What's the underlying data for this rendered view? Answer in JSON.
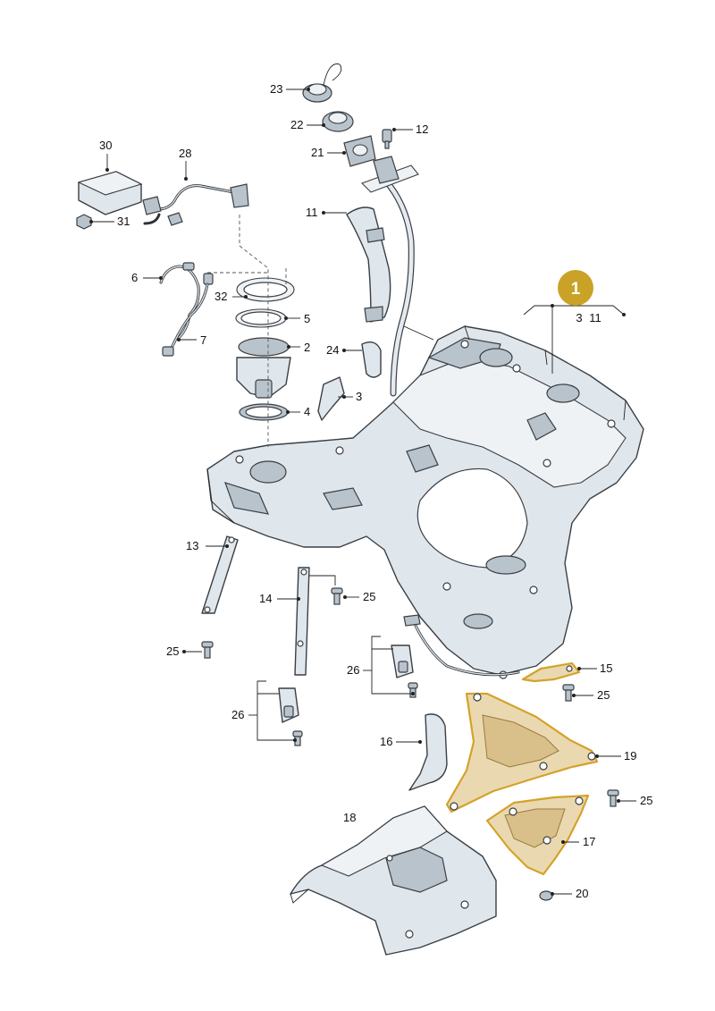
{
  "callout": {
    "number": "1",
    "sub_left": "3",
    "sub_right": "11",
    "badge_color": "#c9a227",
    "badge_text_color": "#ffffff"
  },
  "highlight_color": "#d4a22a",
  "labels": {
    "p2": "2",
    "p3": "3",
    "p4": "4",
    "p5": "5",
    "p6": "6",
    "p7": "7",
    "p11": "11",
    "p12": "12",
    "p13": "13",
    "p14": "14",
    "p15": "15",
    "p16": "16",
    "p17": "17",
    "p18": "18",
    "p19": "19",
    "p20": "20",
    "p21": "21",
    "p22": "22",
    "p23": "23",
    "p24": "24",
    "p25a": "25",
    "p25b": "25",
    "p25c": "25",
    "p25d": "25",
    "p26a": "26",
    "p26b": "26",
    "p28": "28",
    "p30": "30",
    "p31": "31",
    "p32": "32"
  }
}
